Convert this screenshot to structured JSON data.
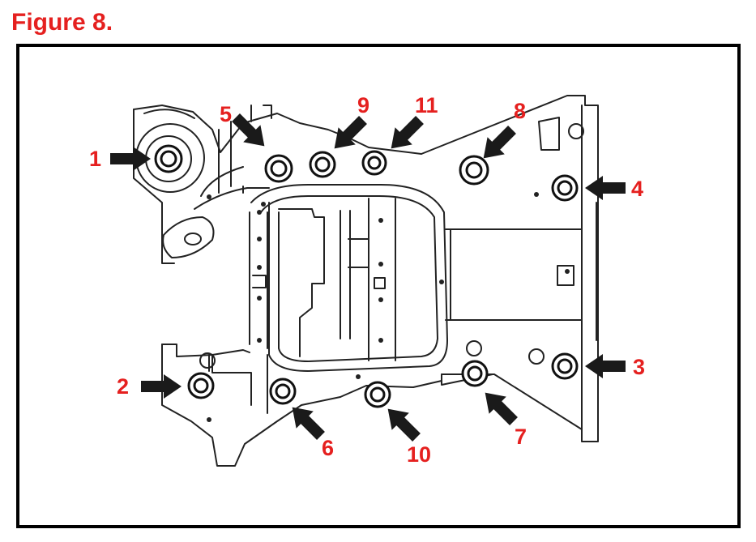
{
  "figure": {
    "title": "Figure 8.",
    "title_color": "#e5201f"
  },
  "callouts": {
    "color": "#e5201f",
    "arrow_color": "#1a1a1a",
    "labels": [
      "1",
      "2",
      "3",
      "4",
      "5",
      "6",
      "7",
      "8",
      "9",
      "10",
      "11"
    ]
  }
}
